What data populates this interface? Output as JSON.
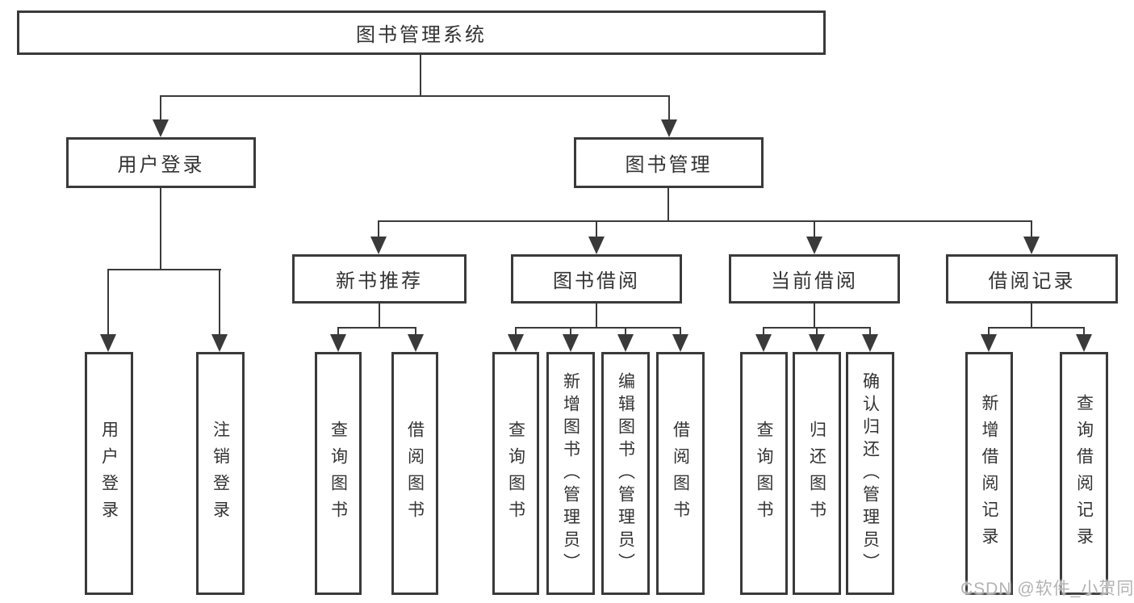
{
  "diagram_type": "hierarchy-tree",
  "tree": {
    "root": {
      "label": "图书管理系统",
      "children": [
        {
          "label": "用户登录",
          "children": [
            {
              "label": "用户登录"
            },
            {
              "label": "注销登录"
            }
          ]
        },
        {
          "label": "图书管理",
          "children": [
            {
              "label": "新书推荐",
              "children": [
                {
                  "label": "查询图书"
                },
                {
                  "label": "借阅图书"
                }
              ]
            },
            {
              "label": "图书借阅",
              "children": [
                {
                  "label": "查询图书"
                },
                {
                  "label": "新增图书（管理员）"
                },
                {
                  "label": "编辑图书（管理员）"
                },
                {
                  "label": "借阅图书"
                }
              ]
            },
            {
              "label": "当前借阅",
              "children": [
                {
                  "label": "查询图书"
                },
                {
                  "label": "归还图书"
                },
                {
                  "label": "确认归还（管理员）"
                }
              ]
            },
            {
              "label": "借阅记录",
              "children": [
                {
                  "label": "新增借阅记录"
                },
                {
                  "label": "查询借阅记录"
                }
              ]
            }
          ]
        }
      ]
    }
  },
  "watermark": {
    "text": "CSDN @软件_小贺同学"
  },
  "colors": {
    "line": "#3a3a3a",
    "text": "#333333",
    "watermark": "#b3b3b3",
    "background": "#ffffff"
  }
}
